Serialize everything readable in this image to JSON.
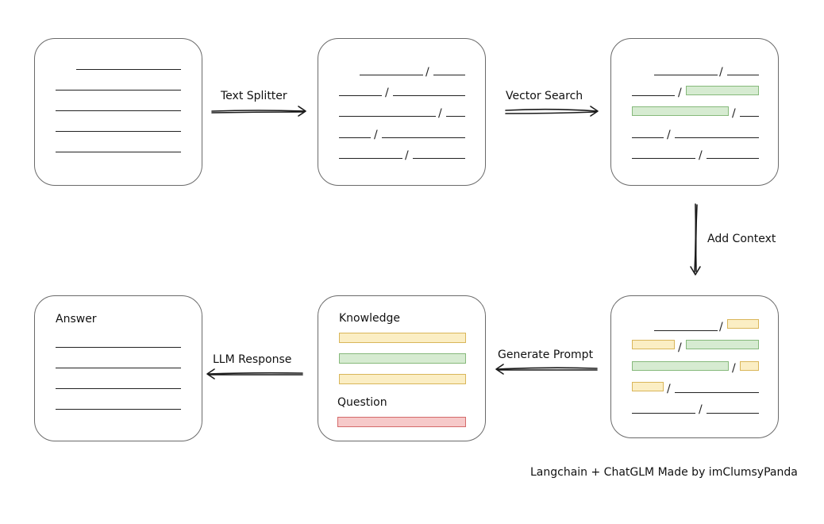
{
  "steps": {
    "text_splitter": "Text Splitter",
    "vector_search": "Vector Search",
    "add_context": "Add Context",
    "generate_prompt": "Generate Prompt",
    "llm_response": "LLM Response"
  },
  "cards": {
    "answer_title": "Answer",
    "knowledge_title": "Knowledge",
    "question_title": "Question"
  },
  "separator": "/",
  "footer": "Langchain + ChatGLM Made by imClumsyPanda",
  "colors": {
    "yellow_fill": "#fbeec4",
    "green_fill": "#d6ebd1",
    "red_fill": "#f6c9c9"
  }
}
